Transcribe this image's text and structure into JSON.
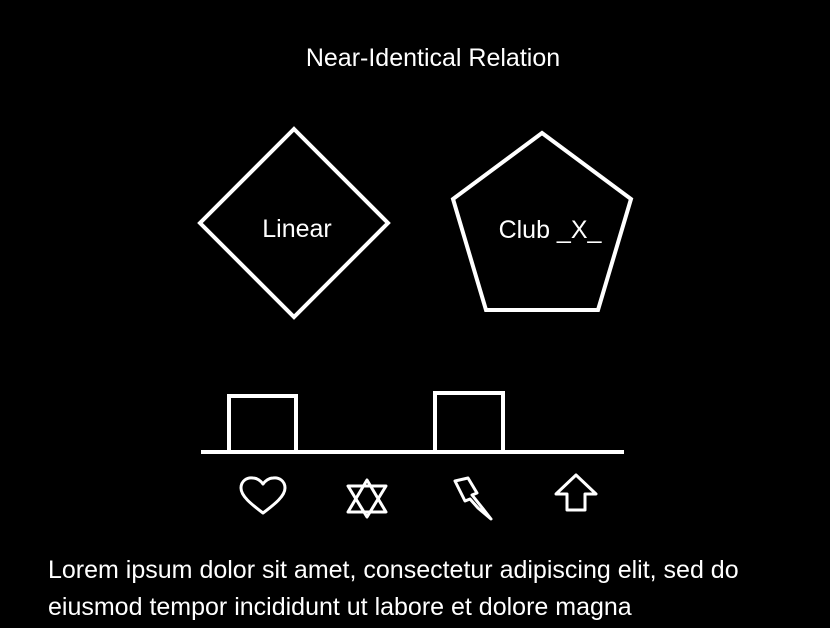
{
  "title": "Near-Identical Relation",
  "shapes": {
    "diamond_label": "Linear",
    "pentagon_label": "Club _X_"
  },
  "icons": [
    "heart-icon",
    "star-icon",
    "lightning-icon",
    "up-arrow-icon"
  ],
  "caption": "Lorem ipsum dolor sit amet, consectetur adipiscing elit, sed do eiusmod tempor incididunt ut labore et dolore magna",
  "colors": {
    "background": "#000000",
    "foreground": "#ffffff"
  }
}
